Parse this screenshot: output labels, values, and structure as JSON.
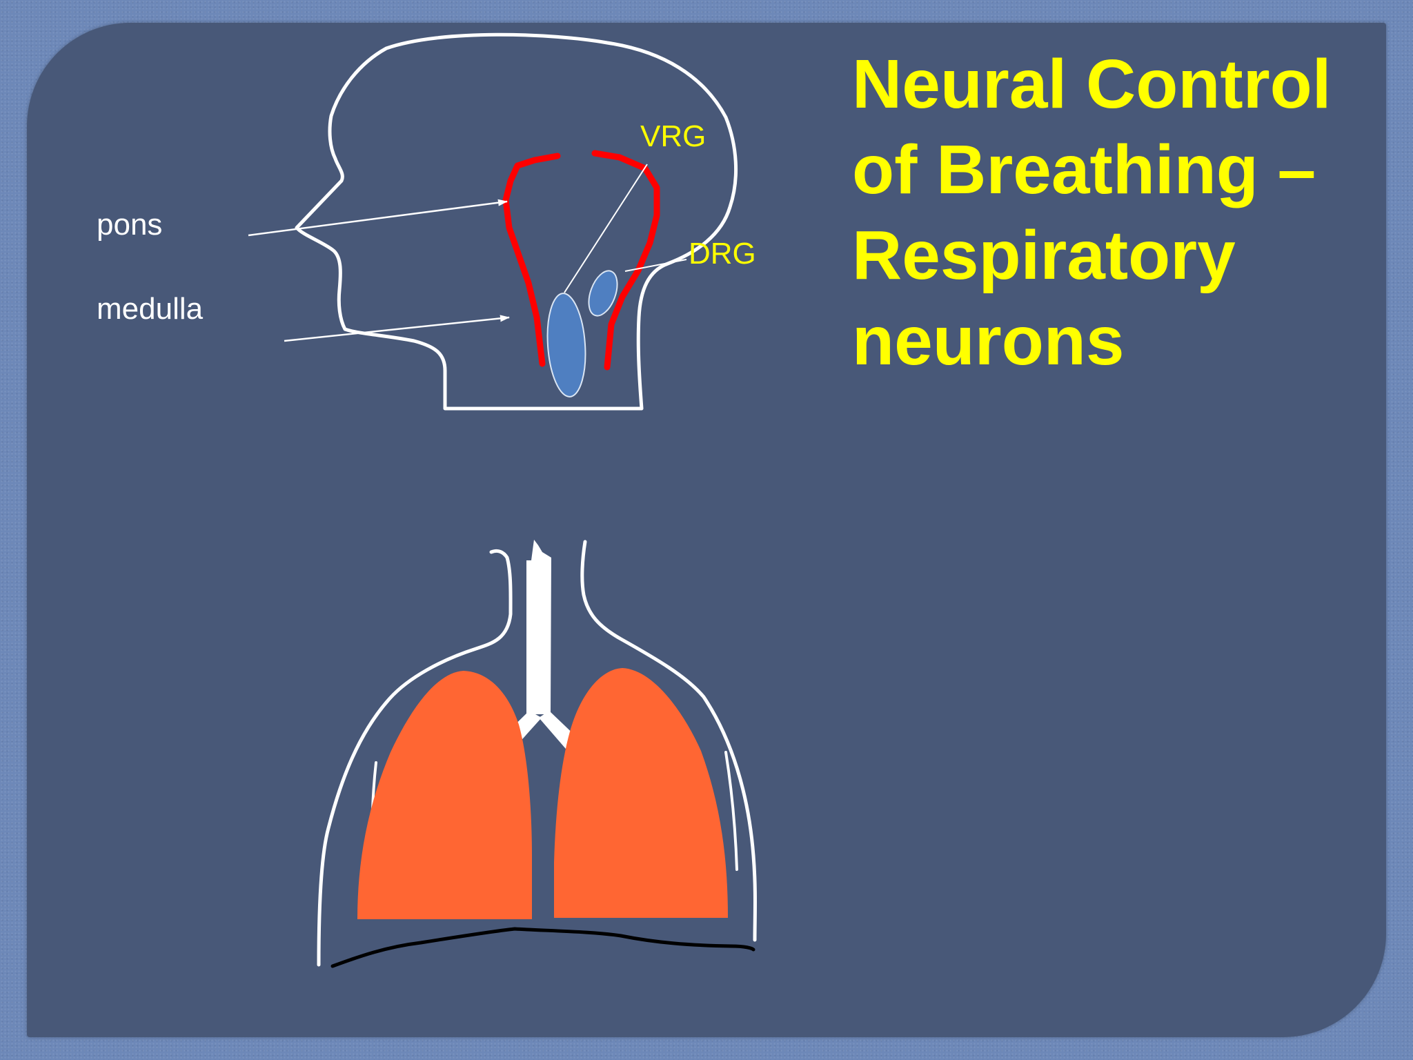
{
  "slide": {
    "title_lines": [
      "Neural Control",
      "of Breathing –",
      "Respiratory",
      "neurons"
    ]
  },
  "diagram": {
    "labels": {
      "pons": "pons",
      "medulla": "medulla",
      "vrg": "VRG",
      "drg": "DRG"
    }
  },
  "colors": {
    "background_frame": "#6d88b8",
    "panel": "#485878",
    "title": "#ffff00",
    "brainstem_outline": "#ff0000",
    "neuron_groups": "#4f7fc1",
    "lungs": "#ff6633",
    "outline": "#ffffff",
    "diaphragm": "#000000"
  }
}
